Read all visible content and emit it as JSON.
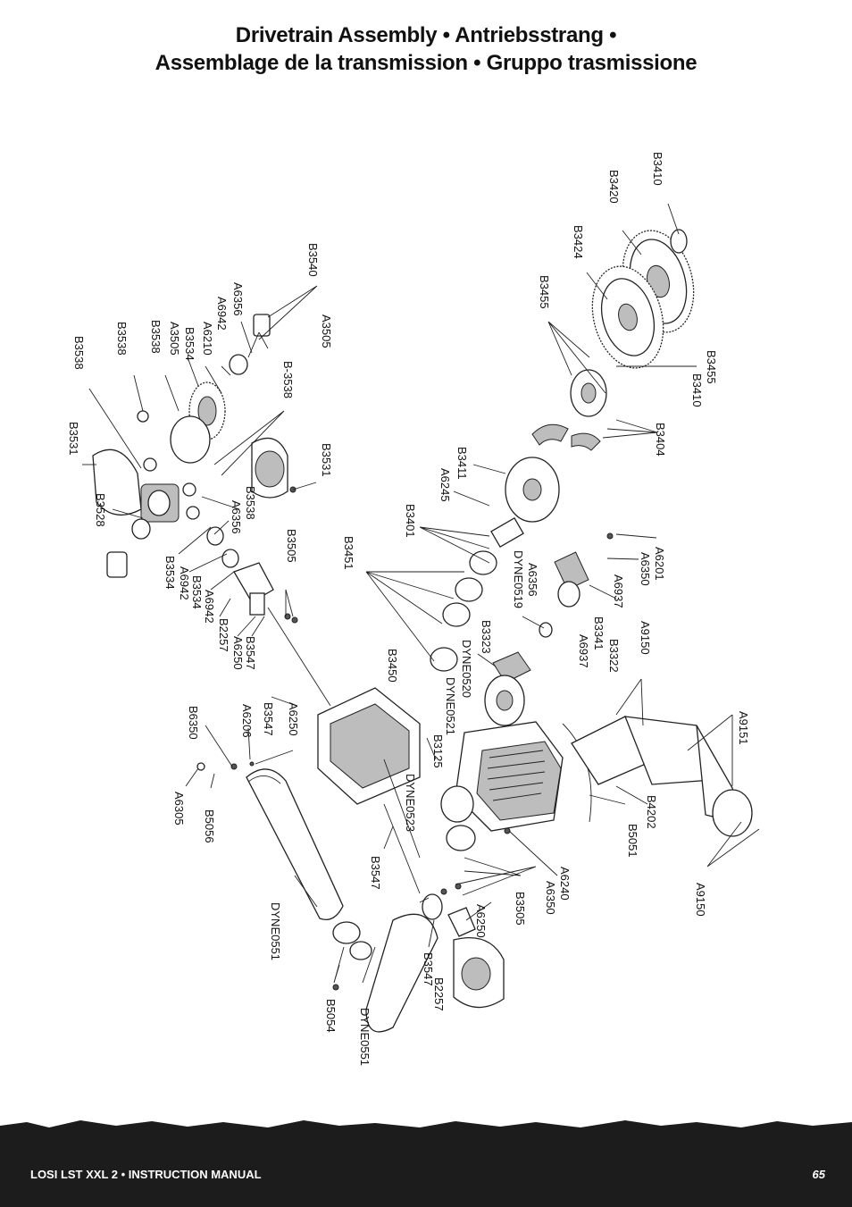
{
  "title": {
    "line1": "Drivetrain Assembly • Antriebsstrang •",
    "line2": "Assemblage de la transmission • Gruppo trasmissione"
  },
  "labels": [
    "B3410",
    "B3420",
    "B3424",
    "B3455",
    "B3455",
    "B3410",
    "B3404",
    "B3411",
    "A6245",
    "B3401",
    "B3451",
    "DYNE0519",
    "A6356",
    "A6201",
    "A6350",
    "A6937",
    "B3341",
    "A6937",
    "B3323",
    "B3322",
    "A9150",
    "A9151",
    "DYNE0520",
    "DYNE0521",
    "B3125",
    "B3450",
    "DYNE0523",
    "B4202",
    "B5051",
    "A9150",
    "A6240",
    "A6350",
    "B3505",
    "A6250",
    "B3547",
    "B2257",
    "DYNE0551",
    "B5054",
    "B3547",
    "DYNE0551",
    "B3540",
    "A6356",
    "A6942",
    "A6210",
    "A3505",
    "B3538",
    "B3534",
    "A3505",
    "B-3538",
    "B3531",
    "B3538",
    "B3538",
    "B3531",
    "B3528",
    "B3538",
    "A6356",
    "B3534",
    "A6942",
    "B3534",
    "A6942",
    "B3505",
    "B2257",
    "A6250",
    "B3547",
    "B3547",
    "A6206",
    "A6250",
    "B6350",
    "A6305",
    "B5056"
  ],
  "footer": {
    "manual": "LOSI LST XXL 2 • INSTRUCTION MANUAL",
    "page": "65"
  }
}
